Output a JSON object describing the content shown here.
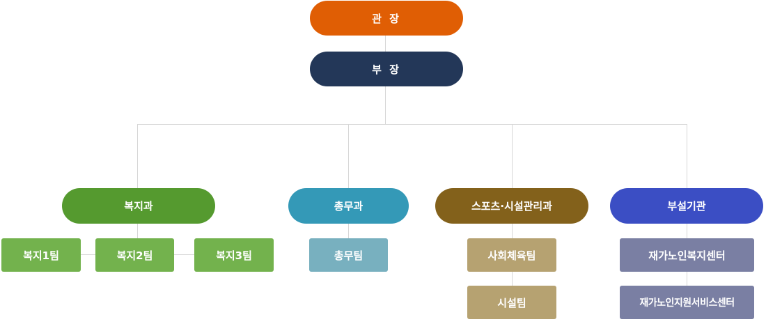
{
  "director": {
    "label": "관 장"
  },
  "deputy": {
    "label": "부 장"
  },
  "departments": [
    {
      "label": "복지과",
      "teams": [
        "복지1팀",
        "복지2팀",
        "복지3팀"
      ]
    },
    {
      "label": "총무과",
      "teams": [
        "총무팀"
      ]
    },
    {
      "label": "스포츠·시설관리과",
      "teams": [
        "사회체육팀",
        "시설팀"
      ]
    },
    {
      "label": "부설기관",
      "teams": [
        "재가노인복지센터",
        "재가노인지원서비스센터"
      ]
    }
  ],
  "colors": {
    "director": "#e05e04",
    "deputy": "#233758",
    "welfare": "#559a2f",
    "general": "#3499b7",
    "sports": "#83611b",
    "affiliated": "#3b4ec4",
    "connector": "#d6d6d6"
  }
}
